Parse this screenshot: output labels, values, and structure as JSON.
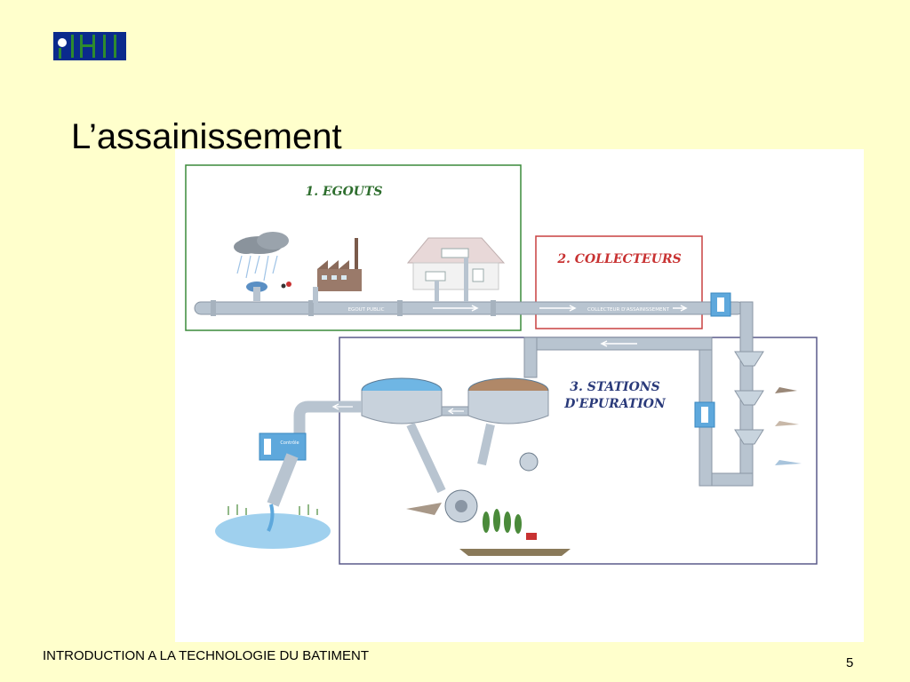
{
  "slide": {
    "title": "L’assainissement",
    "footer": "INTRODUCTION A LA TECHNOLOGIE DU BATIMENT",
    "page_number": "5"
  },
  "logo": {
    "icon": "logo-icon",
    "colors": {
      "background": "#0a2a8c",
      "marks": "#2e8b2e"
    }
  },
  "diagram": {
    "sections": {
      "egouts": "1. EGOUTS",
      "collecteurs": "2. COLLECTEURS",
      "stations": "3. STATIONS",
      "stations_line2": "D'EPURATION"
    },
    "pipe_labels": {
      "egout_public": "EGOUT PUBLIC",
      "collecteur": "COLLECTEUR D'ASSAINISSEMENT",
      "controle": "Contrôle"
    },
    "colors": {
      "egouts_frame": "#3a8a3a",
      "collecteurs_frame": "#c84040",
      "stations_frame": "#5a5a8a",
      "section_text": "#2e6e2e",
      "collecteurs_text": "#c83232",
      "stations_text": "#2a3a7a",
      "pipe": "#b8c4d0",
      "water": "#8ec6e8"
    }
  }
}
